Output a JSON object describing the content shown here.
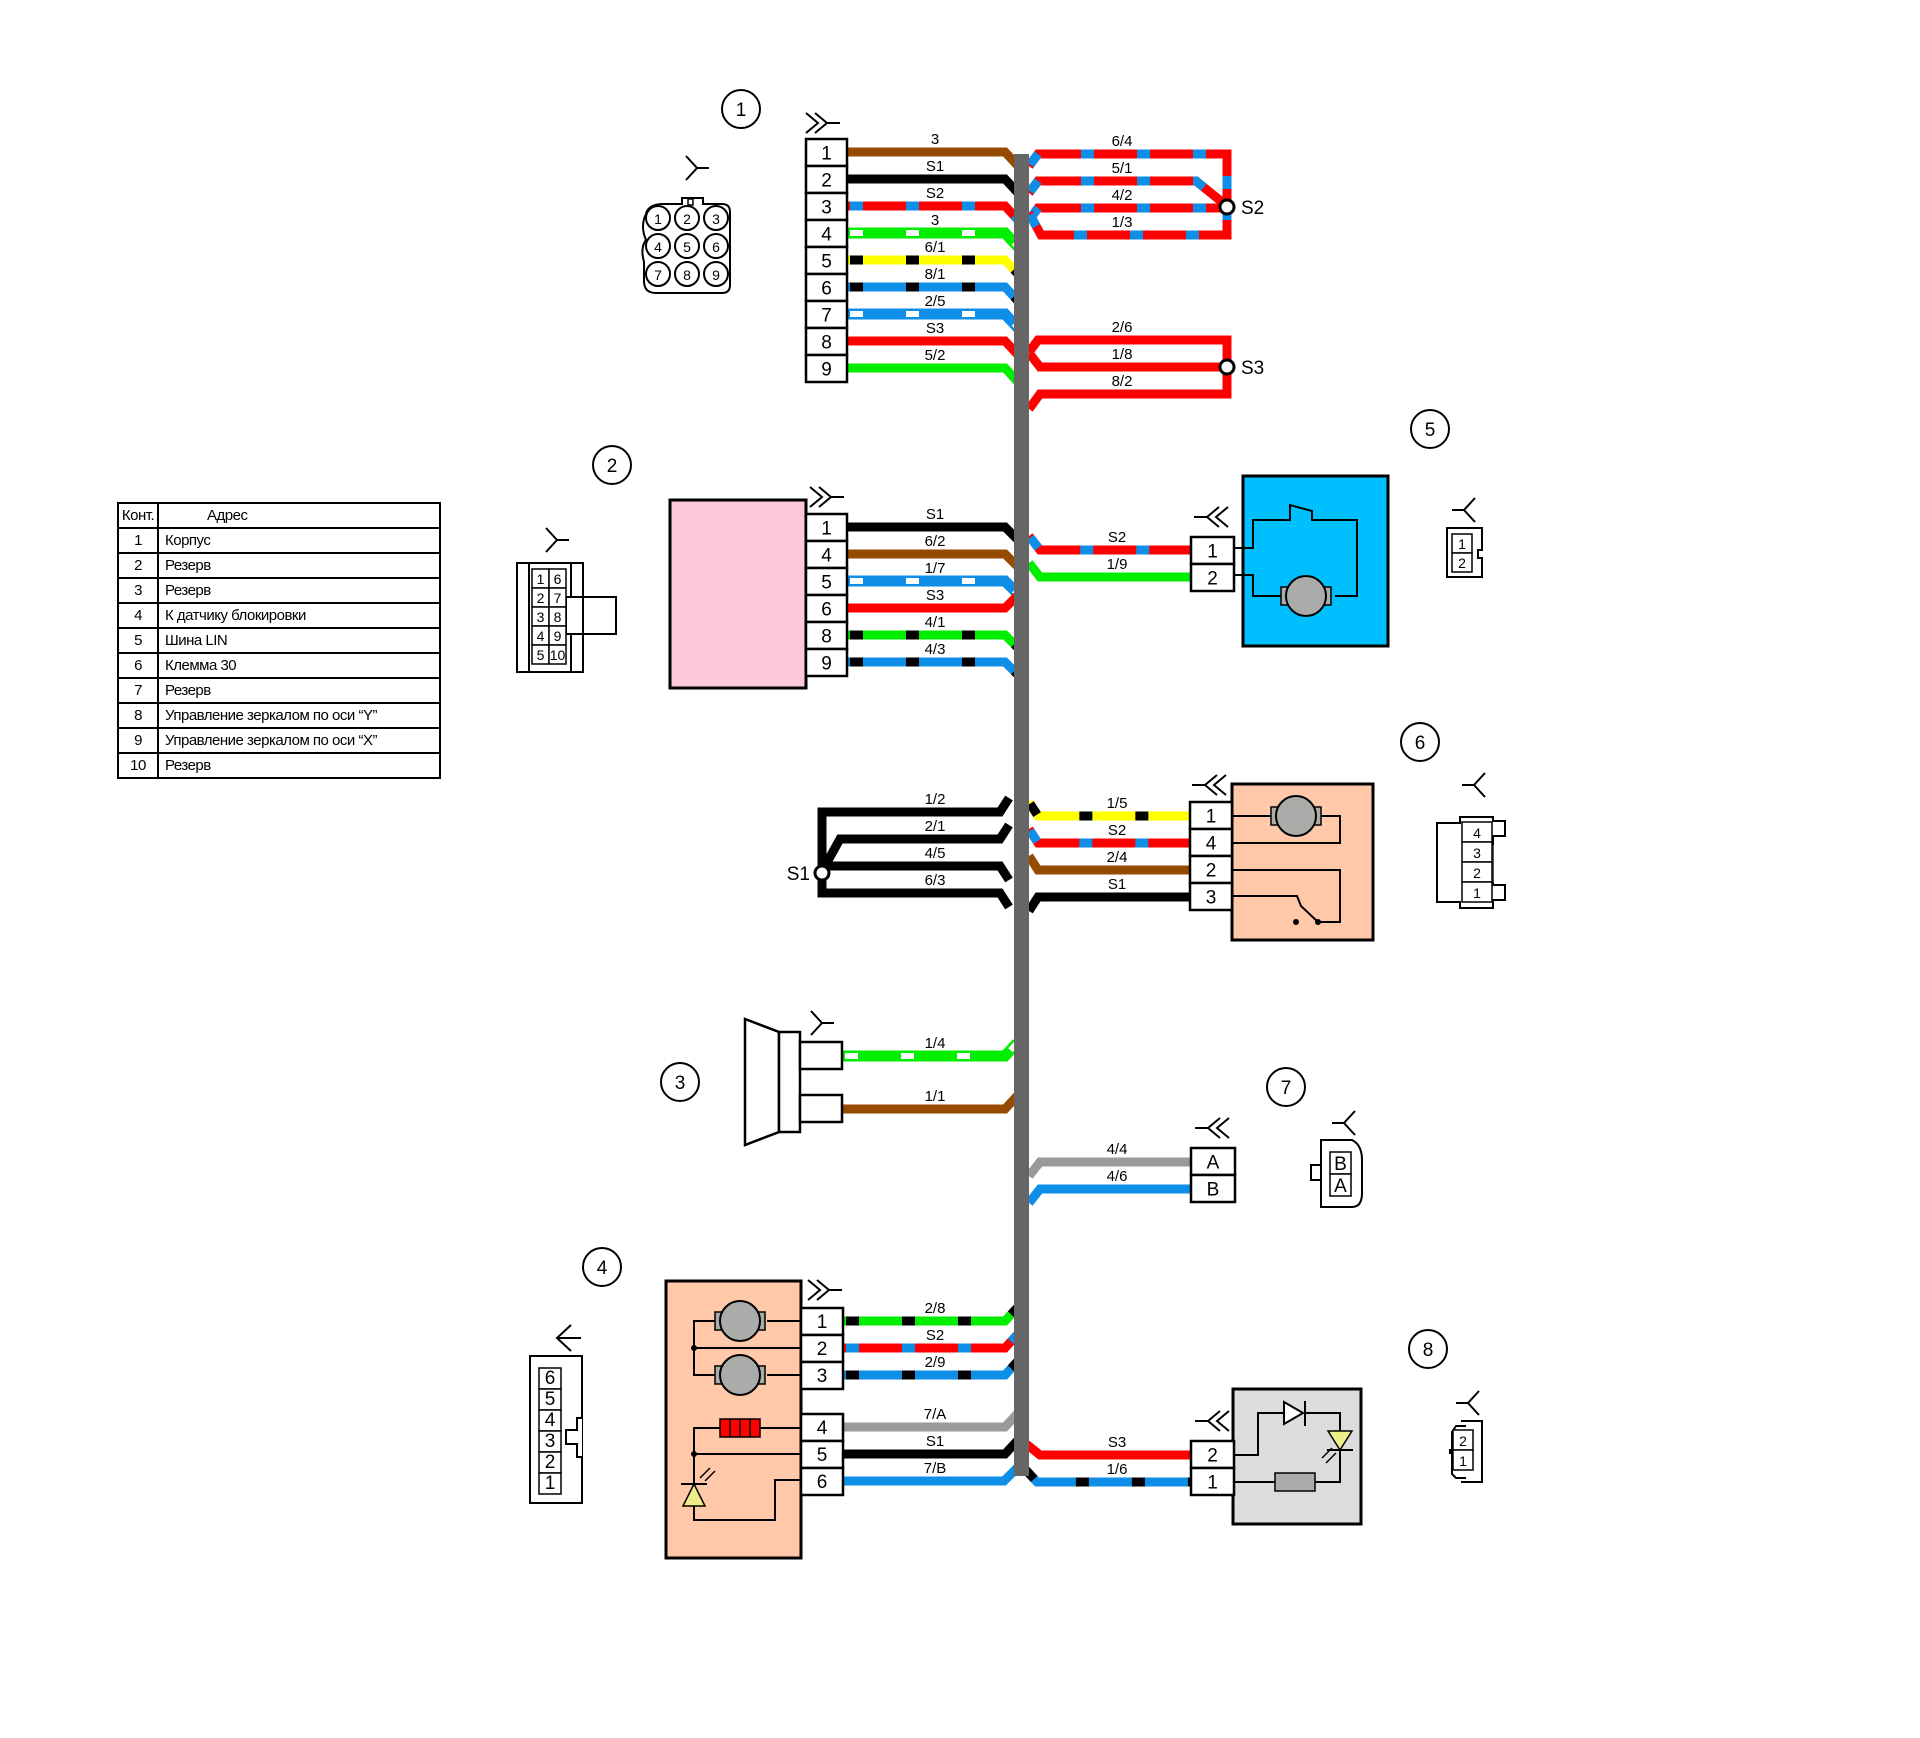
{
  "colors": {
    "brown": "#954a00",
    "black": "#000000",
    "red": "#ff0000",
    "blue": "#0f8ee8",
    "green": "#00ee00",
    "yellow": "#ffff00",
    "white": "#ffffff",
    "gray": "#9a9a9a",
    "trunk": "#666666",
    "pink": "#ffc8da",
    "cyan": "#00bfff",
    "peach": "#ffc8a8",
    "lightgray": "#dcdcdc",
    "motor": "#a9aca9"
  },
  "address_table": {
    "headers": [
      "Конт.",
      "Адрес"
    ],
    "rows": [
      [
        "1",
        "Корпус"
      ],
      [
        "2",
        "Резерв"
      ],
      [
        "3",
        "Резерв"
      ],
      [
        "4",
        "К датчику блокировки"
      ],
      [
        "5",
        "Шина LIN"
      ],
      [
        "6",
        "Клемма 30"
      ],
      [
        "7",
        "Резерв"
      ],
      [
        "8",
        "Управление зеркалом по оси “Y”"
      ],
      [
        "9",
        "Управление зеркалом по оси “X”"
      ],
      [
        "10",
        "Резерв"
      ]
    ]
  },
  "components": [
    {
      "id": "1",
      "label": "1",
      "pins": [
        "1",
        "2",
        "3",
        "4",
        "5",
        "6",
        "7",
        "8",
        "9"
      ],
      "face_pins": [
        "1",
        "2",
        "3",
        "4",
        "5",
        "6",
        "7",
        "8",
        "9"
      ]
    },
    {
      "id": "2",
      "label": "2",
      "pins": [
        "1",
        "4",
        "5",
        "6",
        "8",
        "9"
      ],
      "face_pins": [
        "1",
        "6",
        "2",
        "7",
        "3",
        "8",
        "4",
        "9",
        "5",
        "10"
      ]
    },
    {
      "id": "3",
      "label": "3"
    },
    {
      "id": "4",
      "label": "4",
      "pins": [
        "1",
        "2",
        "3",
        "4",
        "5",
        "6"
      ],
      "face_pins": [
        "6",
        "5",
        "4",
        "3",
        "2",
        "1"
      ]
    },
    {
      "id": "5",
      "label": "5",
      "pins": [
        "1",
        "2"
      ],
      "face_pins": [
        "1",
        "2"
      ]
    },
    {
      "id": "6",
      "label": "6",
      "pins": [
        "1",
        "4",
        "2",
        "3"
      ],
      "face_pins": [
        "4",
        "3",
        "2",
        "1"
      ]
    },
    {
      "id": "7",
      "label": "7",
      "pins": [
        "A",
        "B"
      ],
      "face_pins": [
        "B",
        "A"
      ]
    },
    {
      "id": "8",
      "label": "8",
      "pins": [
        "2",
        "1"
      ],
      "face_pins": [
        "2",
        "1"
      ]
    }
  ],
  "splices": [
    "S1",
    "S2",
    "S3"
  ],
  "wires": {
    "c1": [
      {
        "pin": "1",
        "label": "3",
        "base": "brown",
        "stripe": null
      },
      {
        "pin": "2",
        "label": "S1",
        "base": "black",
        "stripe": null
      },
      {
        "pin": "3",
        "label": "S2",
        "base": "red",
        "stripe": "blue"
      },
      {
        "pin": "4",
        "label": "3",
        "base": "green",
        "stripe": "white"
      },
      {
        "pin": "5",
        "label": "6/1",
        "base": "yellow",
        "stripe": "black"
      },
      {
        "pin": "6",
        "label": "8/1",
        "base": "blue",
        "stripe": "black"
      },
      {
        "pin": "7",
        "label": "2/5",
        "base": "blue",
        "stripe": "white"
      },
      {
        "pin": "8",
        "label": "S3",
        "base": "red",
        "stripe": null
      },
      {
        "pin": "9",
        "label": "5/2",
        "base": "green",
        "stripe": null
      }
    ],
    "s2_group": [
      {
        "label": "6/4",
        "base": "red",
        "stripe": "blue"
      },
      {
        "label": "5/1",
        "base": "red",
        "stripe": "blue"
      },
      {
        "label": "4/2",
        "base": "red",
        "stripe": "blue"
      },
      {
        "label": "1/3",
        "base": "red",
        "stripe": "blue"
      }
    ],
    "s3_group": [
      {
        "label": "2/6",
        "base": "red",
        "stripe": null
      },
      {
        "label": "1/8",
        "base": "red",
        "stripe": null
      },
      {
        "label": "8/2",
        "base": "red",
        "stripe": null
      }
    ],
    "c2": [
      {
        "pin": "1",
        "label": "S1",
        "base": "black",
        "stripe": null
      },
      {
        "pin": "4",
        "label": "6/2",
        "base": "brown",
        "stripe": null
      },
      {
        "pin": "5",
        "label": "1/7",
        "base": "blue",
        "stripe": "white"
      },
      {
        "pin": "6",
        "label": "S3",
        "base": "red",
        "stripe": null
      },
      {
        "pin": "8",
        "label": "4/1",
        "base": "green",
        "stripe": "black"
      },
      {
        "pin": "9",
        "label": "4/3",
        "base": "blue",
        "stripe": "black"
      }
    ],
    "c5": [
      {
        "pin": "1",
        "label": "S2",
        "base": "red",
        "stripe": "blue"
      },
      {
        "pin": "2",
        "label": "1/9",
        "base": "green",
        "stripe": null
      }
    ],
    "s1_group": [
      {
        "label": "1/2",
        "base": "black",
        "stripe": null
      },
      {
        "label": "2/1",
        "base": "black",
        "stripe": null
      },
      {
        "label": "4/5",
        "base": "black",
        "stripe": null
      },
      {
        "label": "6/3",
        "base": "black",
        "stripe": null
      }
    ],
    "c6": [
      {
        "pin": "1",
        "label": "1/5",
        "base": "yellow",
        "stripe": "black"
      },
      {
        "pin": "4",
        "label": "S2",
        "base": "red",
        "stripe": "blue"
      },
      {
        "pin": "2",
        "label": "2/4",
        "base": "brown",
        "stripe": null
      },
      {
        "pin": "3",
        "label": "S1",
        "base": "black",
        "stripe": null
      }
    ],
    "c3": [
      {
        "pin": "1",
        "label": "1/4",
        "base": "green",
        "stripe": "white"
      },
      {
        "pin": "2",
        "label": "1/1",
        "base": "brown",
        "stripe": null
      }
    ],
    "c7": [
      {
        "pin": "A",
        "label": "4/4",
        "base": "gray",
        "stripe": null
      },
      {
        "pin": "B",
        "label": "4/6",
        "base": "blue",
        "stripe": null
      }
    ],
    "c4": [
      {
        "pin": "1",
        "label": "2/8",
        "base": "green",
        "stripe": "black"
      },
      {
        "pin": "2",
        "label": "S2",
        "base": "red",
        "stripe": "blue"
      },
      {
        "pin": "3",
        "label": "2/9",
        "base": "blue",
        "stripe": "black"
      },
      {
        "pin": "4",
        "label": "7/A",
        "base": "gray",
        "stripe": null
      },
      {
        "pin": "5",
        "label": "S1",
        "base": "black",
        "stripe": null
      },
      {
        "pin": "6",
        "label": "7/B",
        "base": "blue",
        "stripe": null
      }
    ],
    "c8": [
      {
        "pin": "2",
        "label": "S3",
        "base": "red",
        "stripe": null
      },
      {
        "pin": "1",
        "label": "1/6",
        "base": "blue",
        "stripe": "black"
      }
    ]
  }
}
